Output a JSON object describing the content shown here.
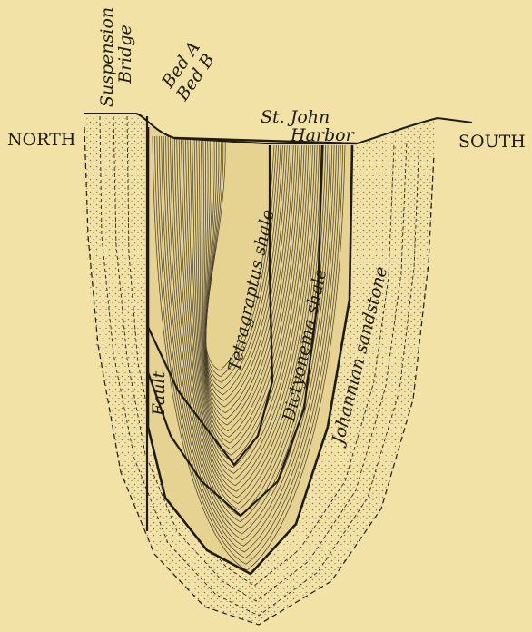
{
  "figure": {
    "background": "#f2e2a6",
    "ink": "#1e1b12",
    "labels": {
      "north": "NORTH",
      "south": "SOUTH",
      "suspension": "Suspension",
      "bridge": "Bridge",
      "bed_a": "Bed A",
      "bed_b": "Bed B",
      "st_john": "St. John",
      "harbor": "Harbor",
      "tetragraptus": "Tetragraptus shale",
      "dictyonema": "Dictyonema shale",
      "johannian": "Johannian sandstone",
      "fault": "Fault"
    }
  }
}
